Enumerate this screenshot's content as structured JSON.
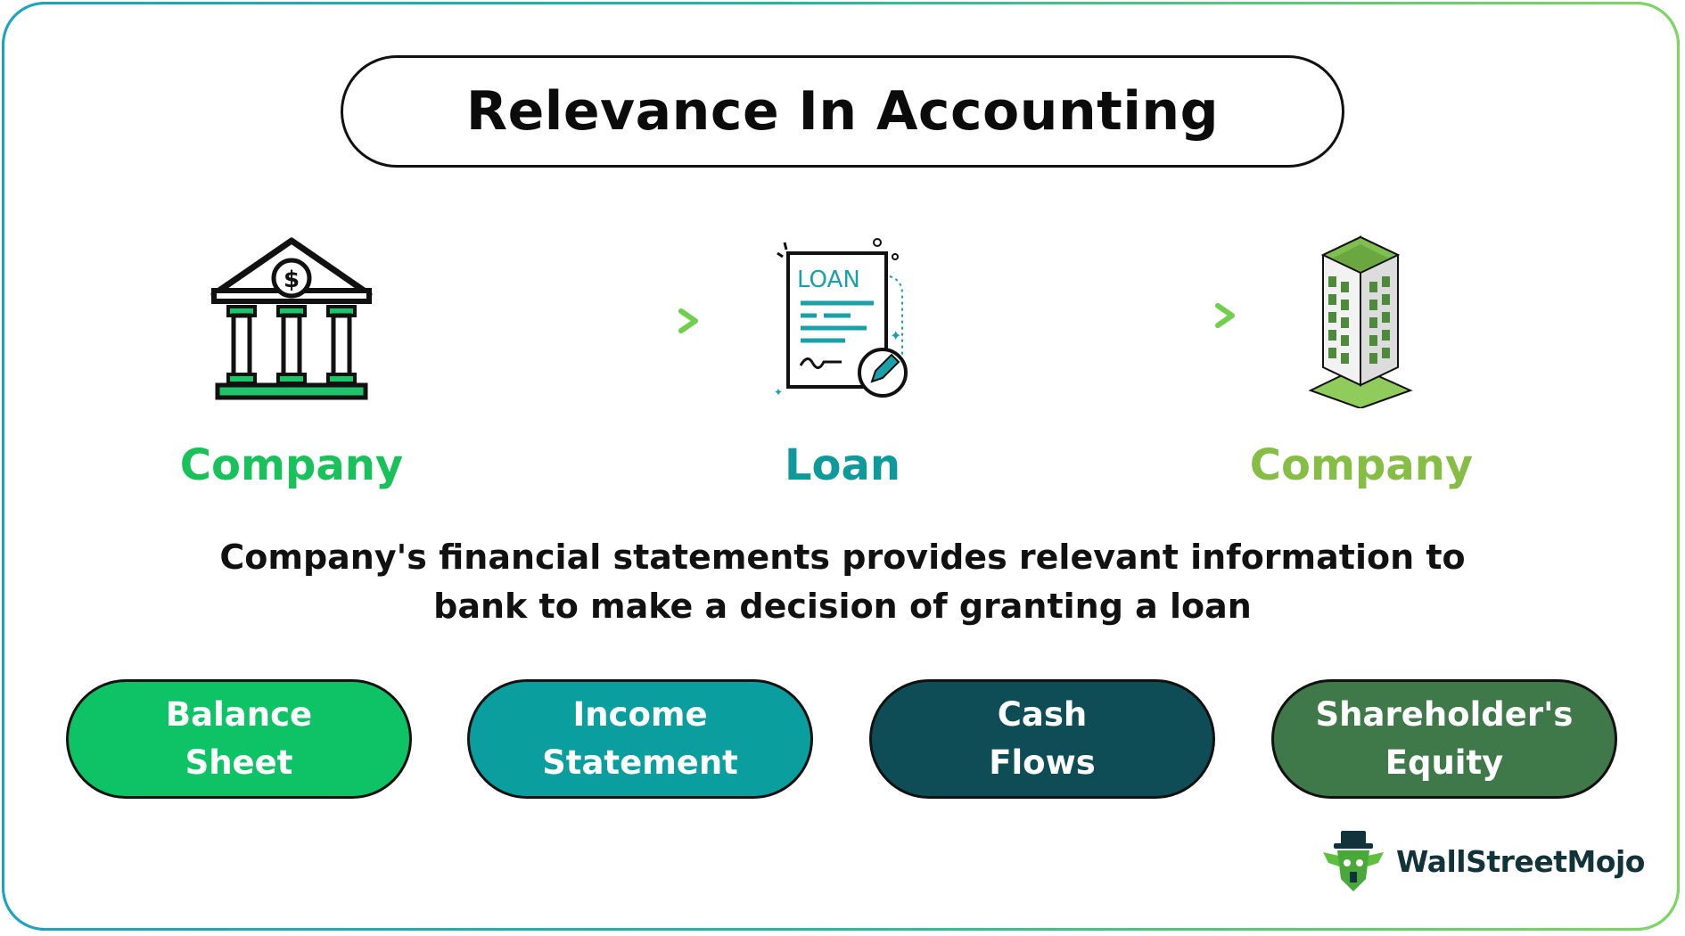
{
  "title": "Relevance In Accounting",
  "flow": {
    "items": [
      {
        "label": "Company",
        "icon": "bank-icon",
        "color": "#19c15a"
      },
      {
        "label": "Loan",
        "icon": "loan-document-icon",
        "color": "#0e9a9a",
        "doc_text": "LOAN"
      },
      {
        "label": "Company",
        "icon": "office-building-icon",
        "color": "#86bd44"
      }
    ],
    "arrows": [
      "arrow-icon",
      "arrow-icon"
    ]
  },
  "description": {
    "line1": "Company's financial statements provides relevant information to",
    "line2": "bank to make a decision of granting a loan"
  },
  "statements": [
    {
      "line1": "Balance",
      "line2": "Sheet",
      "color": "#0ec266"
    },
    {
      "line1": "Income",
      "line2": "Statement",
      "color": "#0b9e9e"
    },
    {
      "line1": "Cash",
      "line2": "Flows",
      "color": "#0f4d56"
    },
    {
      "line1": "Shareholder's",
      "line2": "Equity",
      "color": "#3f7849"
    }
  ],
  "brand": {
    "name": "WallStreetMojo",
    "icon": "wallstreetmojo-logo-icon"
  }
}
